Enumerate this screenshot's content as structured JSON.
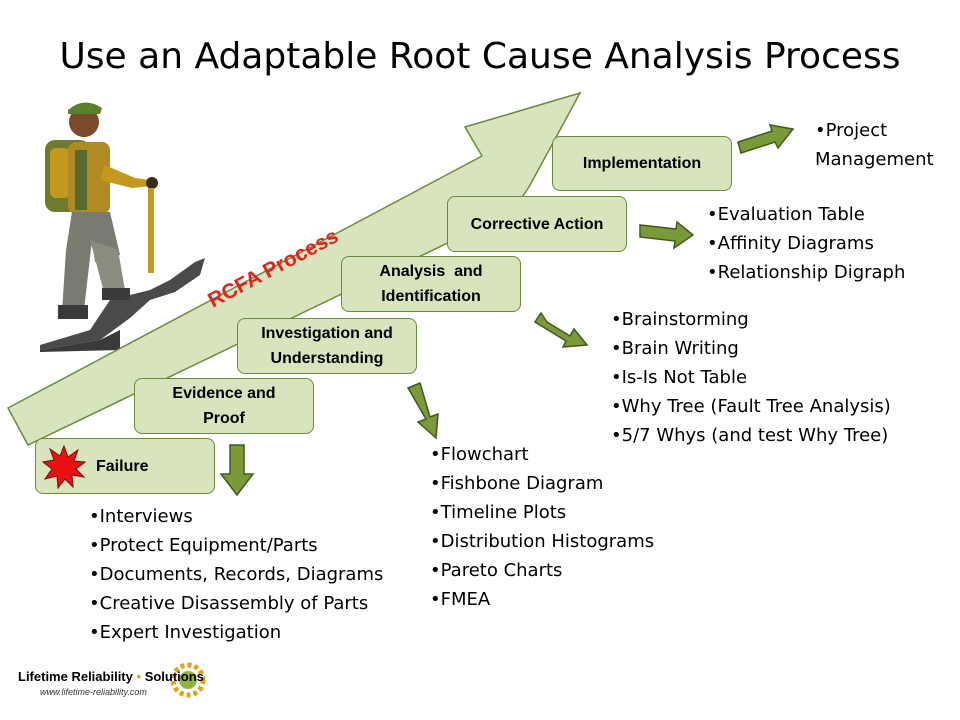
{
  "title": "Use an Adaptable Root Cause Analysis Process",
  "arrow_label": "RCFA Process",
  "steps": [
    {
      "line1": "Failure",
      "line2": ""
    },
    {
      "line1": "Evidence and",
      "line2": "Proof"
    },
    {
      "line1": "Investigation and",
      "line2": "Understanding"
    },
    {
      "line1": "Analysis  and",
      "line2": "Identification"
    },
    {
      "line1": "Corrective Action",
      "line2": ""
    },
    {
      "line1": "Implementation",
      "line2": ""
    }
  ],
  "lists": {
    "evidence": [
      "Interviews",
      "Protect Equipment/Parts",
      "Documents, Records, Diagrams",
      "Creative Disassembly of Parts",
      "Expert Investigation"
    ],
    "investigation": [
      "Flowchart",
      "Fishbone Diagram",
      "Timeline Plots",
      "Distribution Histograms",
      "Pareto Charts",
      "FMEA"
    ],
    "analysis": [
      "Brainstorming",
      "Brain Writing",
      "Is-Is Not Table",
      "Why Tree (Fault Tree Analysis)",
      "5/7 Whys (and test Why Tree)"
    ],
    "corrective": [
      "Evaluation Table",
      "Affinity Diagrams",
      "Relationship Digraph"
    ],
    "implementation": [
      "Project",
      "Management"
    ]
  },
  "logo": {
    "name_left": "Lifetime Reliability",
    "separator": "•",
    "name_right": "Solutions",
    "url": "www.lifetime-reliability.com"
  },
  "colors": {
    "box_fill": "#d7e4bd",
    "box_border": "#6b8a3c",
    "arrow_fill": "#7a9a3a",
    "arrow_label": "#e0241b",
    "burst": "#e81010"
  }
}
